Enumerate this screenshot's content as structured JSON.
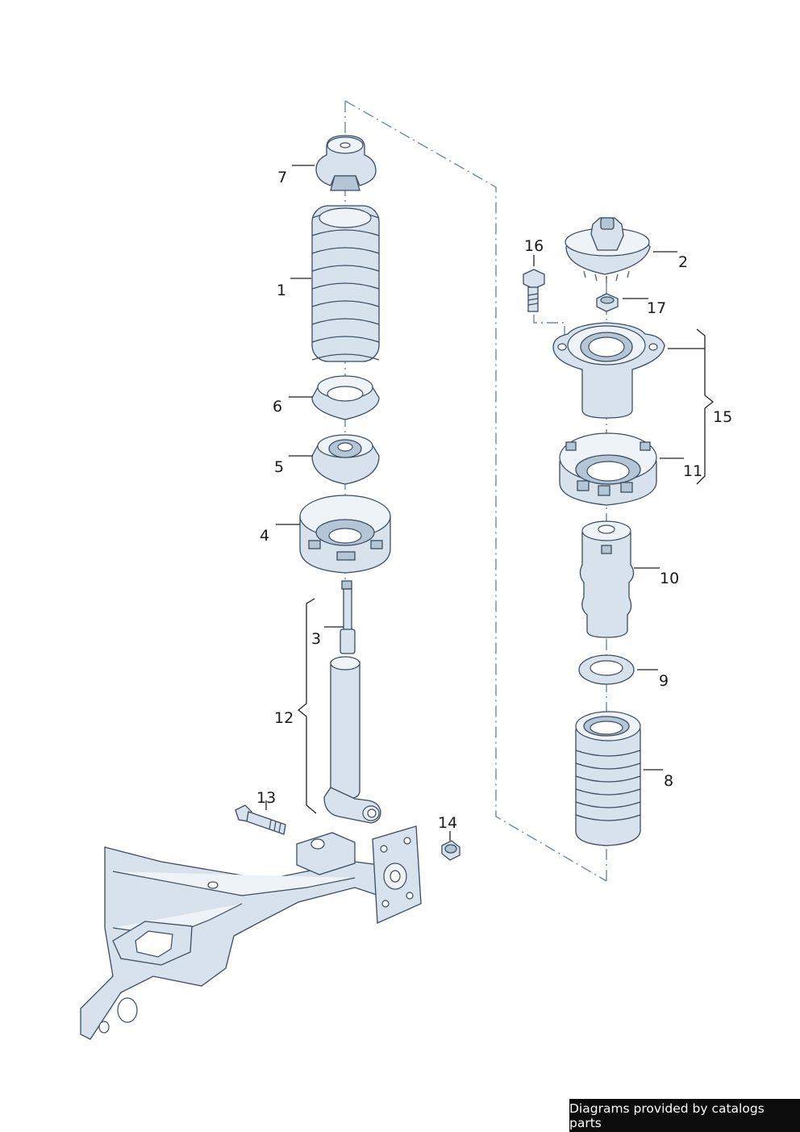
{
  "labels": {
    "l1": "1",
    "l2": "2",
    "l3": "3",
    "l4": "4",
    "l5": "5",
    "l6": "6",
    "l7": "7",
    "l8": "8",
    "l9": "9",
    "l10": "10",
    "l11": "11",
    "l12": "12",
    "l13": "13",
    "l14": "14",
    "l15": "15",
    "l16": "16",
    "l17": "17"
  },
  "credit": "Diagrams provided by catalogs parts",
  "colors": {
    "part_fill": "#d7e2ec",
    "part_shade": "#b4c6d6",
    "outline": "#3a4d60",
    "centerline": "#6e8aa0",
    "credit_bg": "#0c0c0c"
  }
}
